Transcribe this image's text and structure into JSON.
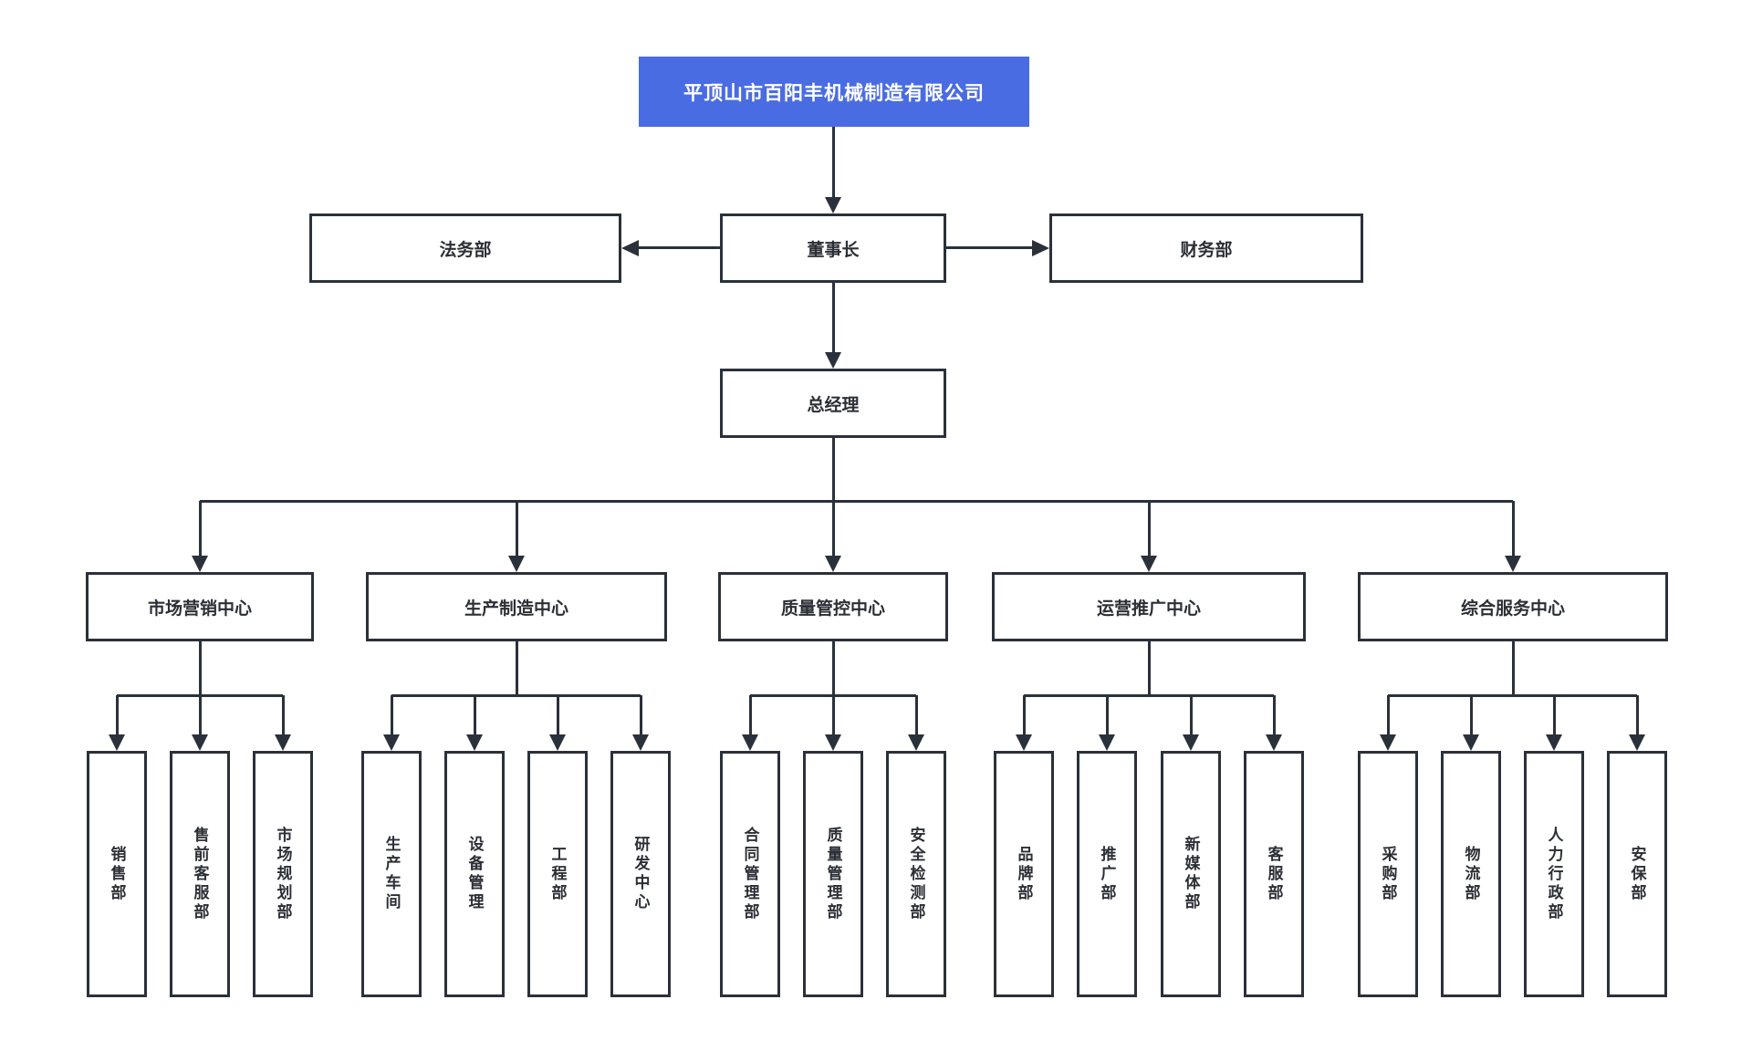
{
  "org": {
    "root": {
      "label": "平顶山市百阳丰机械制造有限公司"
    },
    "legal": {
      "label": "法务部"
    },
    "chairman": {
      "label": "董事长"
    },
    "finance": {
      "label": "财务部"
    },
    "general_manager": {
      "label": "总经理"
    },
    "centers": [
      {
        "label": "市场营销中心",
        "children": [
          "销售部",
          "售前客服部",
          "市场规划部"
        ]
      },
      {
        "label": "生产制造中心",
        "children": [
          "生产车间",
          "设备管理",
          "工程部",
          "研发中心"
        ]
      },
      {
        "label": "质量管控中心",
        "children": [
          "合同管理部",
          "质量管理部",
          "安全检测部"
        ]
      },
      {
        "label": "运营推广中心",
        "children": [
          "品牌部",
          "推广部",
          "新媒体部",
          "客服部"
        ]
      },
      {
        "label": "综合服务中心",
        "children": [
          "采购部",
          "物流部",
          "人力行政部",
          "安保部"
        ]
      }
    ]
  },
  "colors": {
    "accent_blue": "#4a6ce2",
    "root_text": "#ffffff",
    "box_border": "#2b313a",
    "connector_line": "#2b313a",
    "text": "#2b2f36",
    "background": "#ffffff"
  }
}
